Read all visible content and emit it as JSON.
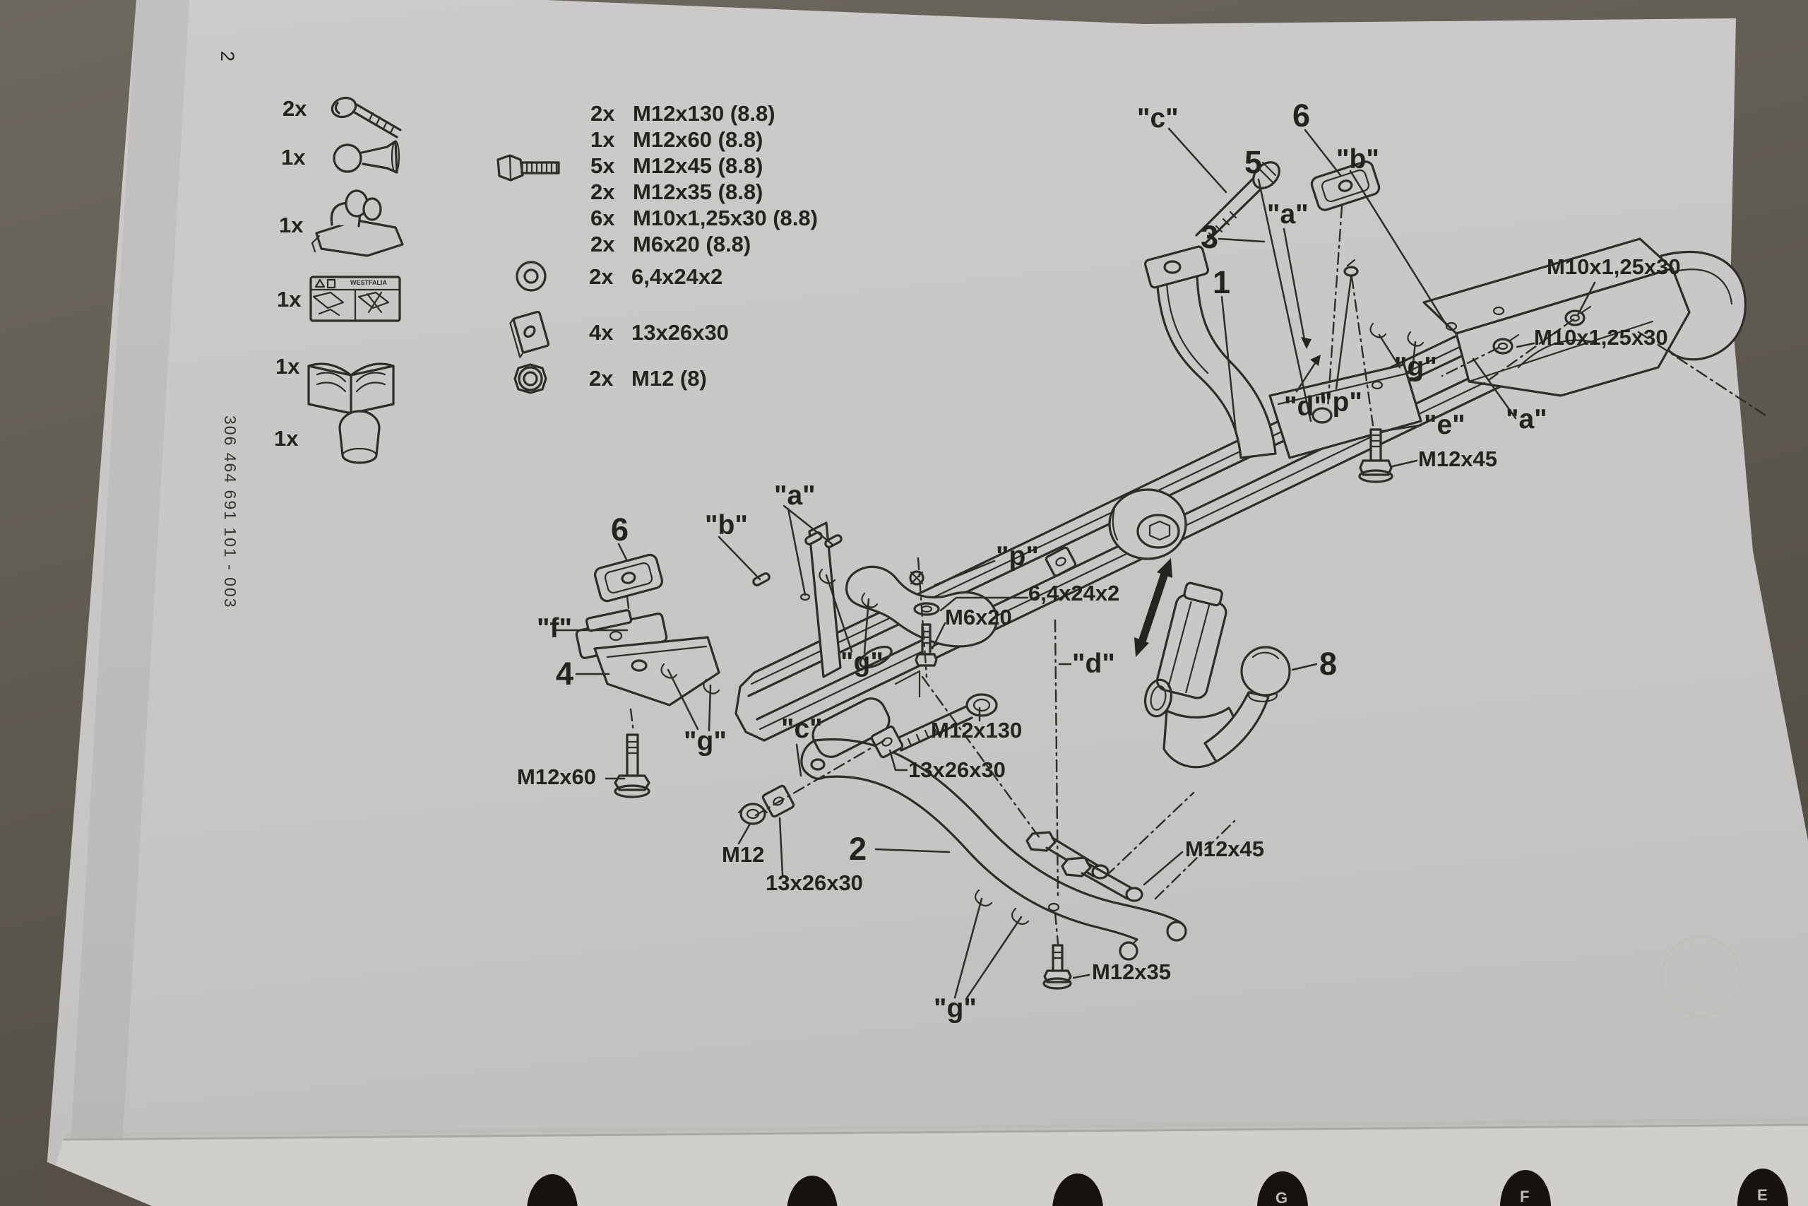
{
  "page": {
    "number": "2",
    "code": "306 464 691 101 - 003"
  },
  "kit": {
    "items": [
      {
        "qty": "2x",
        "icon": "hook-bolt-icon"
      },
      {
        "qty": "1x",
        "icon": "tow-ball-ring-icon"
      },
      {
        "qty": "1x",
        "icon": "socket-bracket-icon"
      },
      {
        "qty": "1x",
        "icon": "warning-sticker-icon",
        "text": "WESTFALIA"
      },
      {
        "qty": "1x",
        "icon": "manual-book-icon"
      },
      {
        "qty": "1x",
        "icon": "cap-icon"
      }
    ]
  },
  "hardware": {
    "bolts": [
      {
        "qty": "2x",
        "size": "M12x130 (8.8)"
      },
      {
        "qty": "1x",
        "size": "M12x60 (8.8)"
      },
      {
        "qty": "5x",
        "size": "M12x45 (8.8)"
      },
      {
        "qty": "2x",
        "size": "M12x35 (8.8)"
      },
      {
        "qty": "6x",
        "size": "M10x1,25x30 (8.8)"
      },
      {
        "qty": "2x",
        "size": "M6x20 (8.8)"
      }
    ],
    "washers": {
      "qty": "2x",
      "size": "6,4x24x2"
    },
    "plates": {
      "qty": "4x",
      "size": "13x26x30"
    },
    "nuts": {
      "qty": "2x",
      "size": "M12 (8)"
    }
  },
  "diagram": {
    "callouts": [
      {
        "text": "\"c\""
      },
      {
        "text": "6"
      },
      {
        "text": "\"b\""
      },
      {
        "text": "5"
      },
      {
        "text": "\"a\""
      },
      {
        "text": "3"
      },
      {
        "text": "1"
      },
      {
        "text": "M10x1,25x30"
      },
      {
        "text": "M10x1,25x30"
      },
      {
        "text": "\"g\""
      },
      {
        "text": "\"d\""
      },
      {
        "text": "\"p\""
      },
      {
        "text": "\"e\""
      },
      {
        "text": "\"a\""
      },
      {
        "text": "M12x45"
      },
      {
        "text": "\"a\""
      },
      {
        "text": "\"b\""
      },
      {
        "text": "6"
      },
      {
        "text": "\"p\""
      },
      {
        "text": "6,4x24x2"
      },
      {
        "text": "M6x20"
      },
      {
        "text": "\"f\""
      },
      {
        "text": "4"
      },
      {
        "text": "\"g\""
      },
      {
        "text": "\"d\""
      },
      {
        "text": "8"
      },
      {
        "text": "\"g\""
      },
      {
        "text": "\"c\""
      },
      {
        "text": "M12x130"
      },
      {
        "text": "13x26x30"
      },
      {
        "text": "M12x60"
      },
      {
        "text": "M12"
      },
      {
        "text": "2"
      },
      {
        "text": "13x26x30"
      },
      {
        "text": "M12x45"
      },
      {
        "text": "M12x35"
      },
      {
        "text": "\"g\""
      }
    ]
  },
  "binder": {
    "tabs": [
      {
        "letter": "G"
      },
      {
        "letter": "F"
      },
      {
        "letter": "E"
      }
    ]
  }
}
